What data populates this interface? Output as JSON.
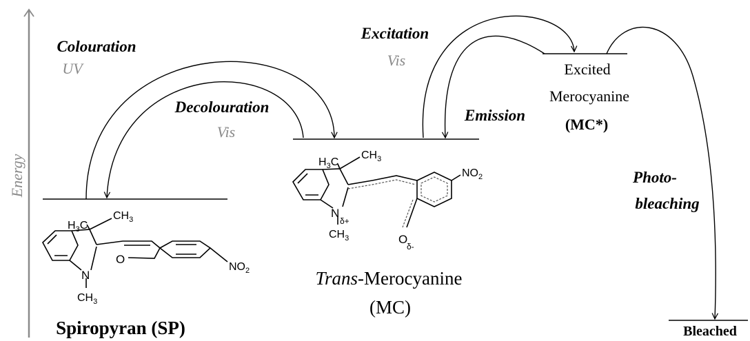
{
  "axis": {
    "label": "Energy"
  },
  "transitions": {
    "colouration": {
      "name": "Colouration",
      "light": "UV"
    },
    "decolouration": {
      "name": "Decolouration",
      "light": "Vis"
    },
    "excitation": {
      "name": "Excitation",
      "light": "Vis"
    },
    "emission": {
      "name": "Emission"
    },
    "photobleaching": {
      "line1": "Photo-",
      "line2": "bleaching"
    }
  },
  "states": {
    "sp": {
      "name": "Spiropyran (SP)"
    },
    "mc": {
      "name_italic": "Trans",
      "name_rest": "-Merocyanine",
      "abbr": "(MC)"
    },
    "mc_star": {
      "line1": "Excited",
      "line2": "Merocyanine",
      "line3": "(MC*)"
    },
    "bleached": {
      "name": "Bleached"
    }
  },
  "chem": {
    "h3c": "H",
    "h3c_sub": "3",
    "h3c_c": "C",
    "ch3_c": "CH",
    "ch3_sub": "3",
    "n": "N",
    "o": "O",
    "no2": "NO",
    "no2_sub": "2",
    "delta_plus": "δ+",
    "delta_minus": "δ-"
  },
  "colors": {
    "axis": "#8a8a8a",
    "ink": "#000000",
    "light_label": "#8a8a8a"
  }
}
